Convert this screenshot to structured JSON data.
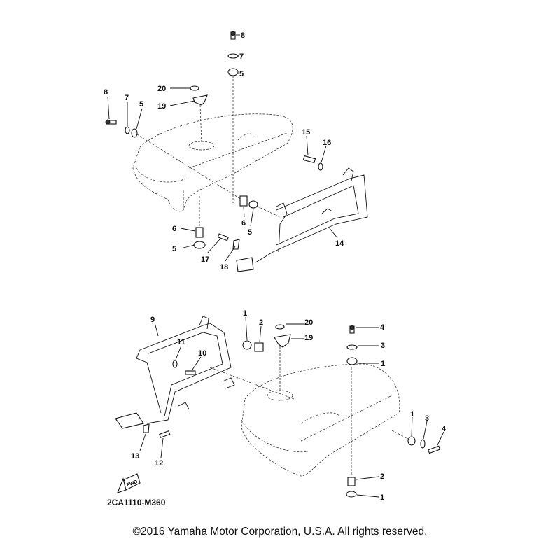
{
  "diagram": {
    "callouts_upper": [
      "8",
      "7",
      "5",
      "20",
      "19",
      "8",
      "7",
      "5",
      "15",
      "16",
      "6",
      "5",
      "6",
      "5",
      "17",
      "18",
      "14"
    ],
    "callouts_lower": [
      "9",
      "1",
      "2",
      "20",
      "19",
      "4",
      "3",
      "1",
      "11",
      "10",
      "1",
      "3",
      "4",
      "2",
      "1",
      "13",
      "12"
    ],
    "fwd_label": "FWD",
    "drawing_code": "2CA1110-M360"
  },
  "footer": {
    "copyright": "©2016 Yamaha Motor Corporation, U.S.A. All rights reserved."
  }
}
